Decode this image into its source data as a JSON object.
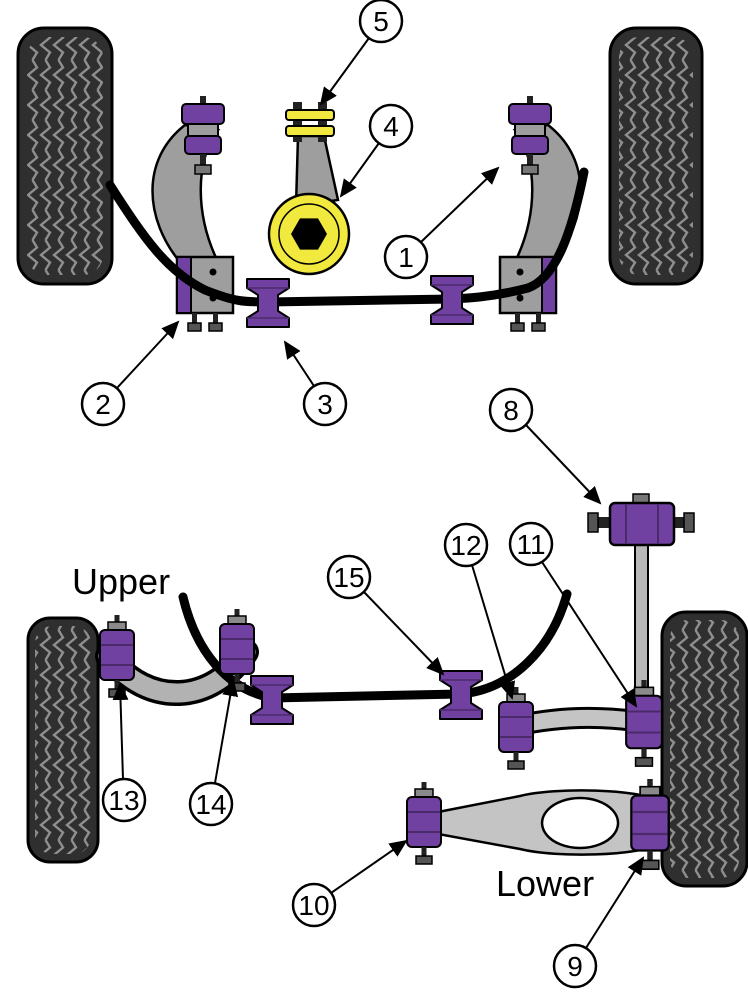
{
  "diagram": {
    "labels": {
      "upper": "Upper",
      "lower": "Lower"
    },
    "callouts": {
      "c1": "1",
      "c2": "2",
      "c3": "3",
      "c4": "4",
      "c5": "5",
      "c8": "8",
      "c9": "9",
      "c10": "10",
      "c11": "11",
      "c12": "12",
      "c13": "13",
      "c14": "14",
      "c15": "15"
    },
    "colors": {
      "bushing_purple": "#7141a1",
      "mount_yellow": "#f2e93f",
      "arm_gray": "#9e9e9e",
      "tire_black": "#2f2f2f",
      "background": "#ffffff"
    }
  }
}
